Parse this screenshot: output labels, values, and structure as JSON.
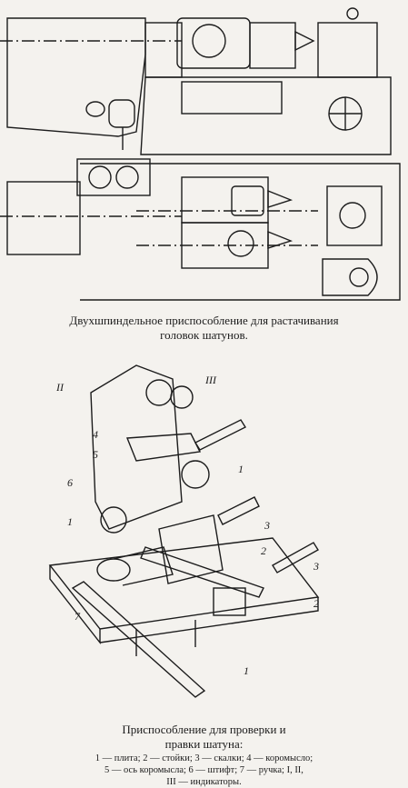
{
  "figure1": {
    "caption_line1": "Двухшпиндельное приспособление для растачивания",
    "caption_line2": "головок шатунов."
  },
  "figure2": {
    "labels": {
      "II": "II",
      "III": "III",
      "n4": "4",
      "n5": "5",
      "n6": "6",
      "n1_left": "1",
      "n1_right": "1",
      "n1_bottom": "1",
      "n3_top": "3",
      "n3_bottom": "3",
      "n2_top": "2",
      "n2_bottom": "2",
      "n7": "7"
    },
    "caption_line1": "Приспособление для проверки и",
    "caption_line2": "правки шатуна:",
    "legend_line1": "1 — плита; 2 — стойки; 3 — скалки; 4 — коромысло;",
    "legend_line2": "5 — ось коромысла; 6 — штифт; 7 — ручка; I, II,",
    "legend_line3": "III — индикаторы."
  },
  "colors": {
    "ink": "#1c1c1c",
    "paper": "#f4f2ee"
  }
}
